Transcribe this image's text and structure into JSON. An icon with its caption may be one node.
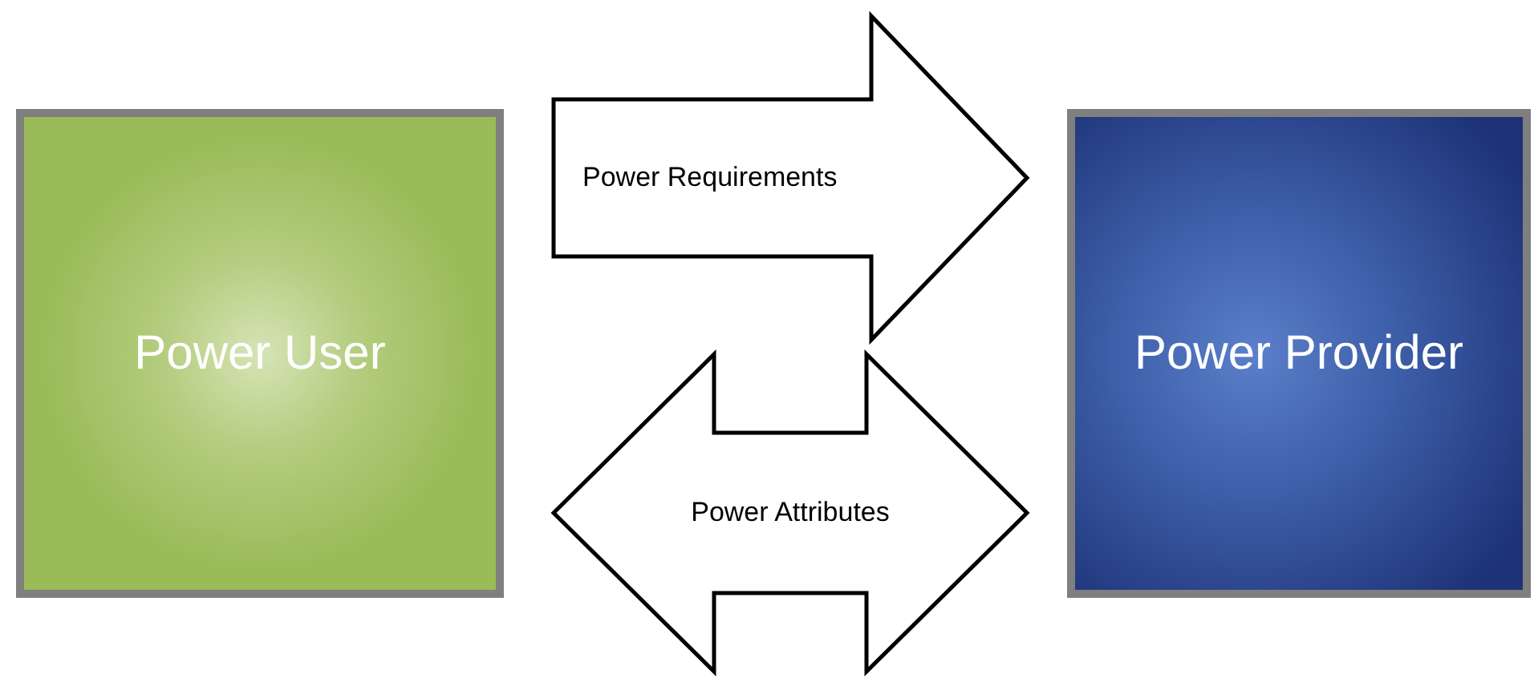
{
  "diagram": {
    "nodes": [
      {
        "text": [
          "Power User"
        ]
      },
      {
        "text": [
          "Power Provider"
        ]
      }
    ],
    "edges": [
      {
        "from": 0,
        "to": 1,
        "arrow": "to",
        "label": "Power Requirements"
      },
      {
        "from": 0,
        "to": 1,
        "arrow": "both",
        "label": "Power Attributes"
      }
    ]
  }
}
